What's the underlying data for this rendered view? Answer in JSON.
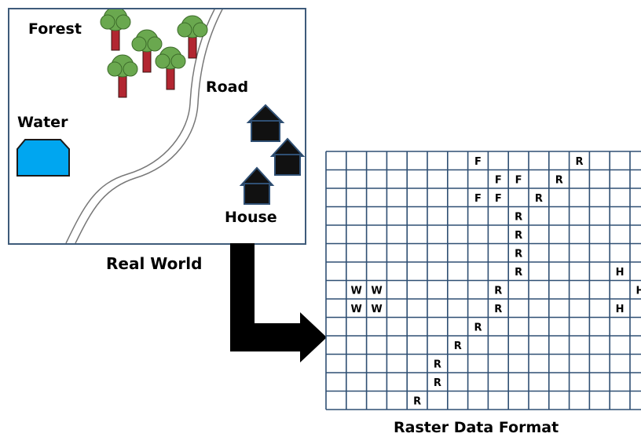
{
  "real_world": {
    "title": "Real World",
    "labels": {
      "forest": "Forest",
      "road": "Road",
      "water": "Water",
      "house": "House"
    }
  },
  "raster": {
    "title": "Raster Data Format",
    "cells": [
      {
        "row": 0,
        "col": 7,
        "value": "F"
      },
      {
        "row": 0,
        "col": 12,
        "value": "R"
      },
      {
        "row": 1,
        "col": 8,
        "value": "F"
      },
      {
        "row": 1,
        "col": 9,
        "value": "F"
      },
      {
        "row": 1,
        "col": 11,
        "value": "R"
      },
      {
        "row": 2,
        "col": 7,
        "value": "F"
      },
      {
        "row": 2,
        "col": 8,
        "value": "F"
      },
      {
        "row": 2,
        "col": 10,
        "value": "R"
      },
      {
        "row": 3,
        "col": 9,
        "value": "R"
      },
      {
        "row": 4,
        "col": 9,
        "value": "R"
      },
      {
        "row": 5,
        "col": 9,
        "value": "R"
      },
      {
        "row": 6,
        "col": 9,
        "value": "R"
      },
      {
        "row": 6,
        "col": 14,
        "value": "H"
      },
      {
        "row": 7,
        "col": 1,
        "value": "W"
      },
      {
        "row": 7,
        "col": 2,
        "value": "W"
      },
      {
        "row": 7,
        "col": 8,
        "value": "R"
      },
      {
        "row": 7,
        "col": 15,
        "value": "H"
      },
      {
        "row": 8,
        "col": 1,
        "value": "W"
      },
      {
        "row": 8,
        "col": 2,
        "value": "W"
      },
      {
        "row": 8,
        "col": 8,
        "value": "R"
      },
      {
        "row": 8,
        "col": 14,
        "value": "H"
      },
      {
        "row": 9,
        "col": 7,
        "value": "R"
      },
      {
        "row": 10,
        "col": 6,
        "value": "R"
      },
      {
        "row": 11,
        "col": 5,
        "value": "R"
      },
      {
        "row": 12,
        "col": 5,
        "value": "R"
      },
      {
        "row": 13,
        "col": 4,
        "value": "R"
      }
    ]
  },
  "colors": {
    "frame": "#3e5b7a",
    "grid": "#2f4f73",
    "trunk": "#b22631",
    "foliage": "#6aa84f",
    "water": "#00a6f0",
    "house": "#111111",
    "arrow": "#000000"
  },
  "icons": {
    "tree": "tree-icon",
    "house": "house-icon",
    "water": "water-icon",
    "road": "road-icon",
    "arrow": "bent-arrow-icon"
  }
}
